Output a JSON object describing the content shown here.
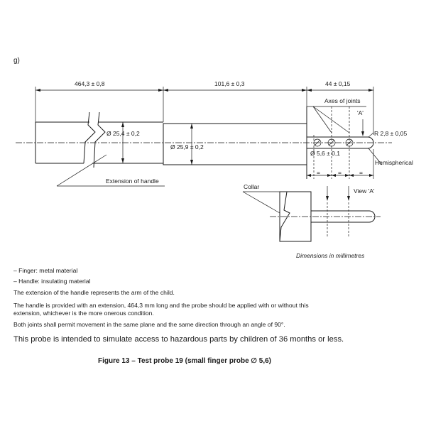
{
  "item_label": "g)",
  "dimensions": {
    "extension_length": "464,3 ± 0,8",
    "handle_length": "101,6 ± 0,3",
    "finger_length": "44 ± 0,15",
    "extension_diameter": "Ø 25,4 ± 0,2",
    "handle_diameter": "Ø 25,9 ± 0,2",
    "finger_diameter": "Ø 5,6 ± 0,1",
    "tip_radius": "R 2,8 ± 0,05",
    "equal_mark": "="
  },
  "labels": {
    "axes_of_joints": "Axes of joints",
    "view_a_marker": "'A'",
    "extension_of_handle": "Extension of handle",
    "hemispherical": "Hemispherical",
    "collar": "Collar",
    "view_a": "View 'A'",
    "units_note": "Dimensions in millimetres"
  },
  "notes": {
    "finger": "–  Finger: metal material",
    "handle": "–  Handle: insulating material",
    "extension_note": "The extension of the handle represents the arm of the child.",
    "handle_note_line1": "The handle is provided with an extension, 464,3 mm long and the probe should be applied with or without this",
    "handle_note_line2": "extension, whichever is the more onerous condition.",
    "joints_note": "Both joints shall permit movement in the same plane and the same direction through an angle of 90°.",
    "probe_purpose": "This probe is intended to simulate access to hazardous parts by children of 36 months or less."
  },
  "caption": "Figure 13 – Test probe 19 (small finger probe ∅ 5,6)",
  "arrow_glyph": "⟶"
}
